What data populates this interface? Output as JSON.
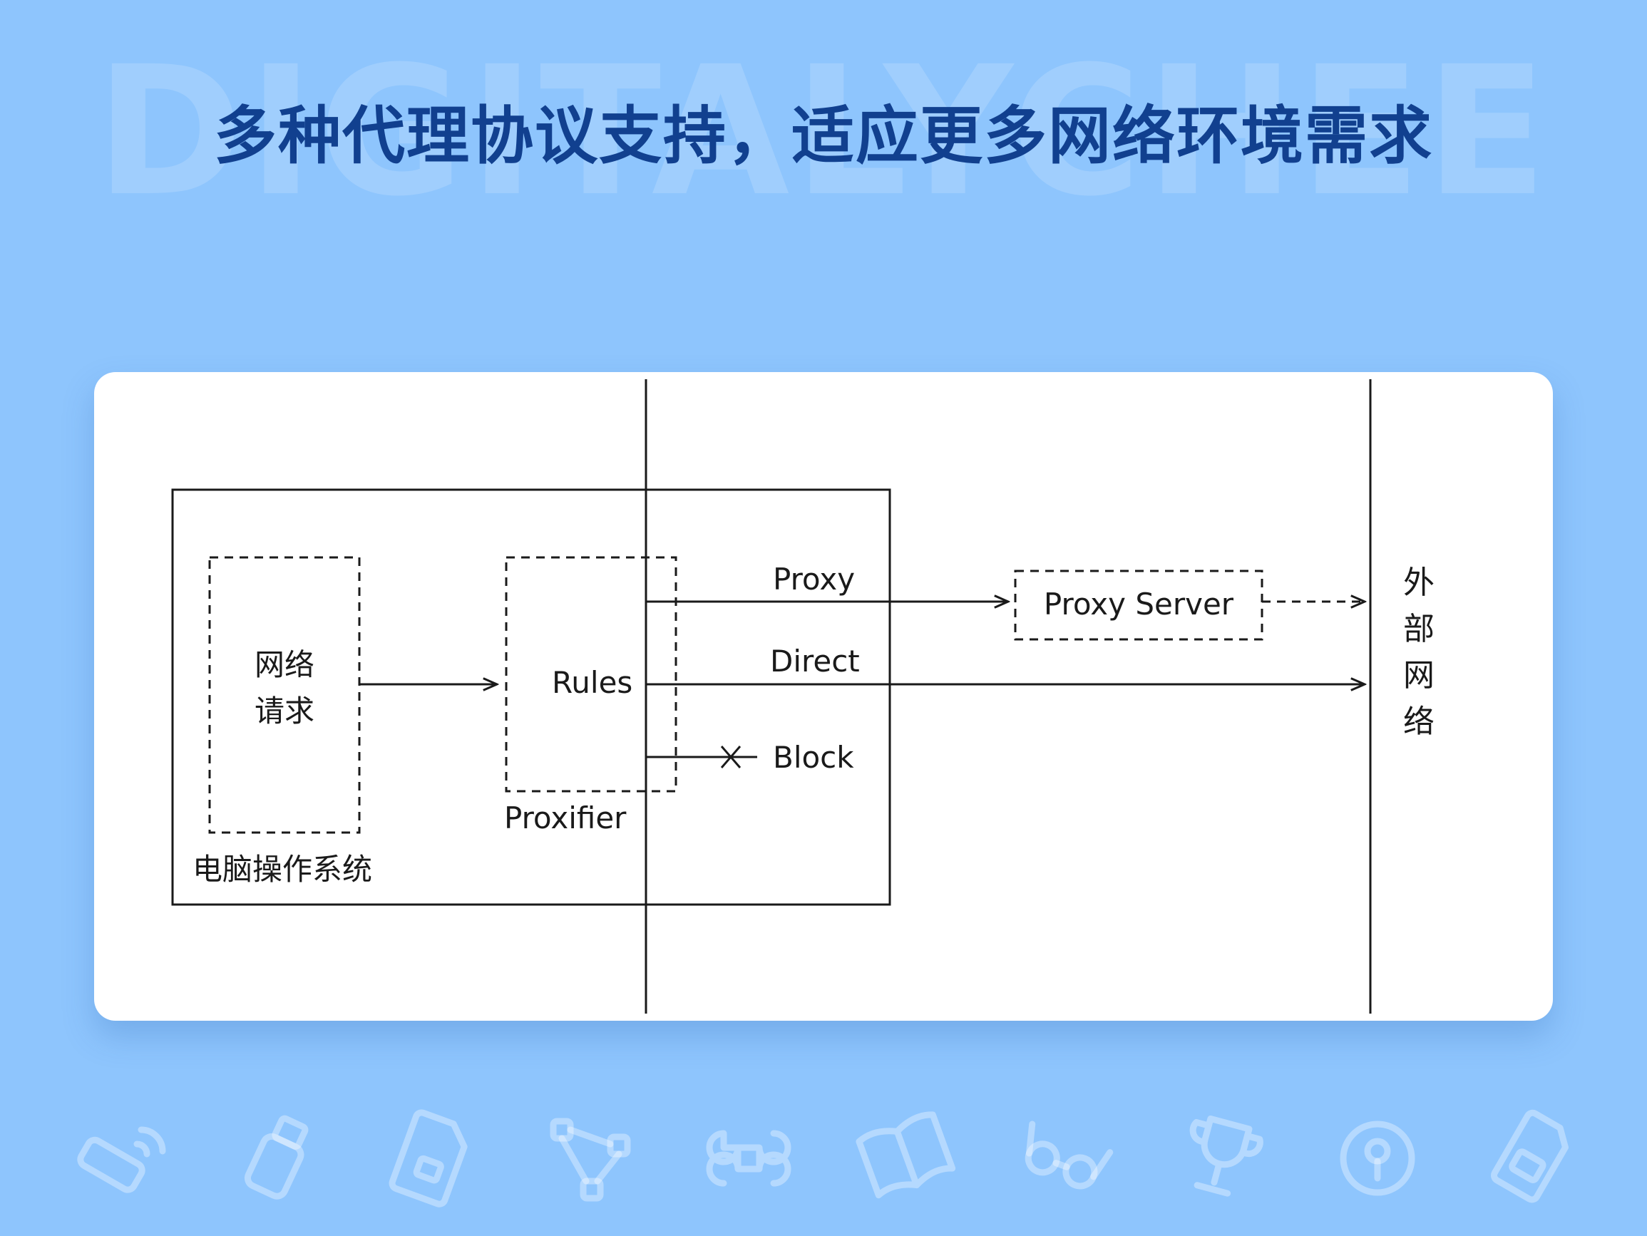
{
  "header": {
    "watermark": "DIGITALYCHEE",
    "title": "多种代理协议支持，适应更多网络环境需求"
  },
  "diagram": {
    "os_box_label": "电脑操作系统",
    "request_line1": "网络",
    "request_line2": "请求",
    "rules_label": "Rules",
    "proxifier_label": "Proxifier",
    "proxy_label": "Proxy",
    "direct_label": "Direct",
    "block_label": "Block",
    "proxy_server_label": "Proxy Server",
    "external_1": "外",
    "external_2": "部",
    "external_3": "网",
    "external_4": "络"
  },
  "icons": [
    "router-icon",
    "usb-drive-icon",
    "document-lock-icon",
    "vector-nodes-icon",
    "command-key-icon",
    "book-icon",
    "glasses-icon",
    "trophy-icon",
    "key-lock-icon",
    "tag-icon"
  ],
  "colors": {
    "background": "#8ec5fd",
    "title": "#11408f",
    "card": "#ffffff",
    "line": "#1a1a1a"
  }
}
